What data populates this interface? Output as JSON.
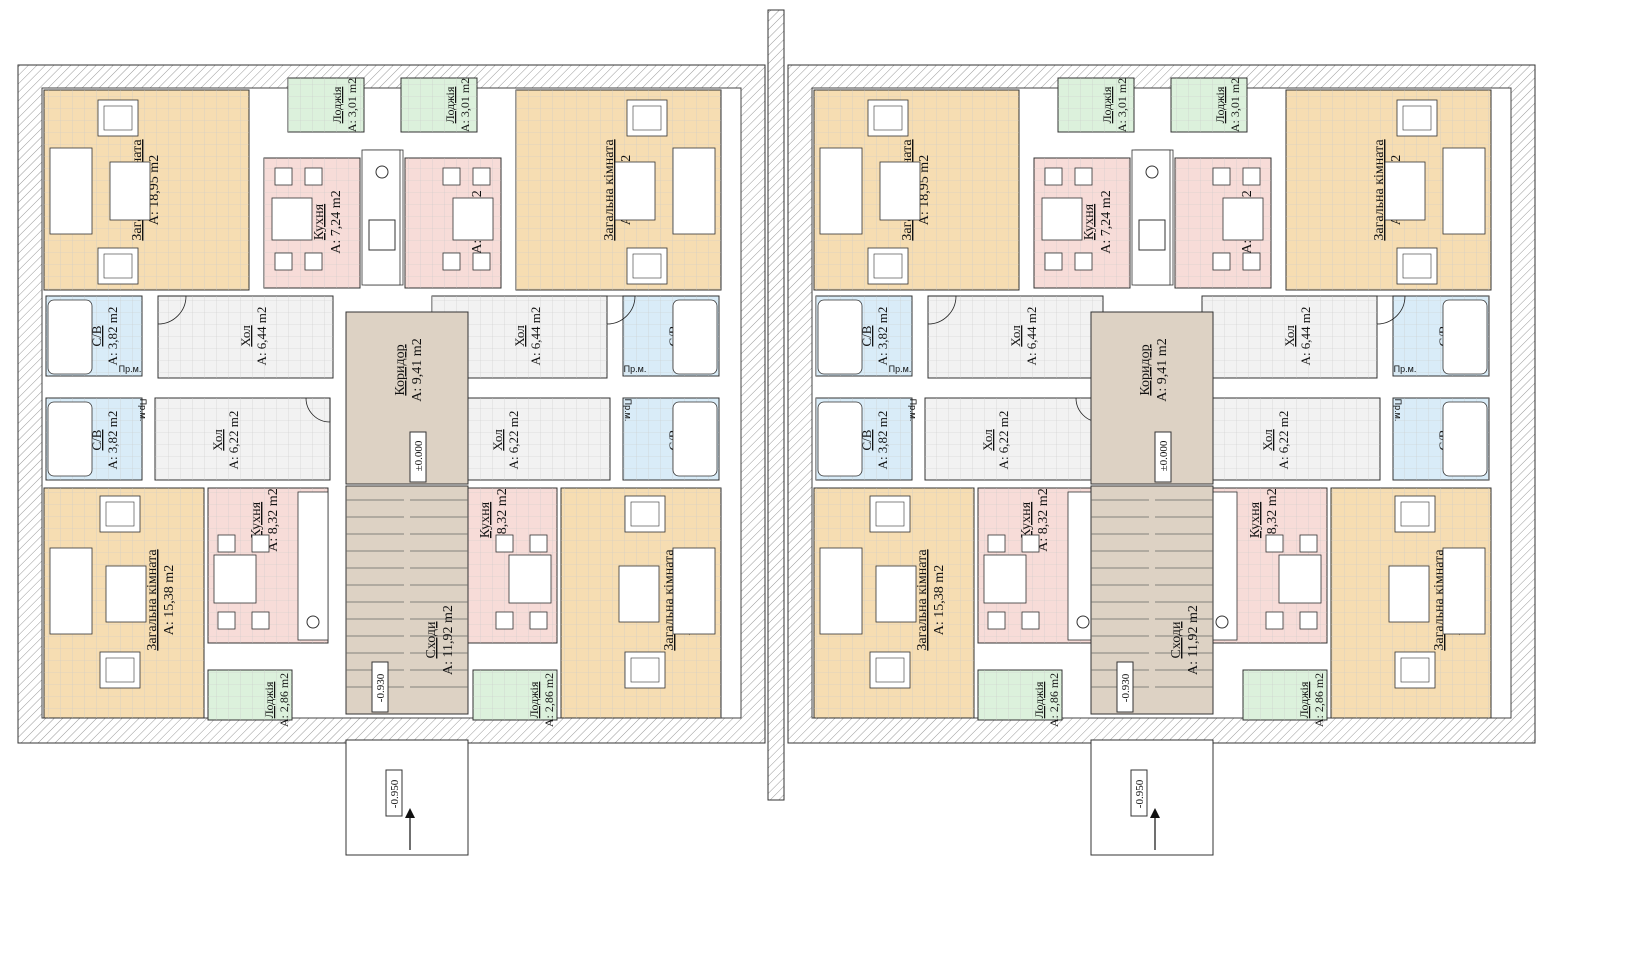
{
  "colors": {
    "living": "#f6ddb2",
    "kitchen": "#f7dcd8",
    "bath": "#d9ecf8",
    "hall": "#f2f2f2",
    "loggia": "#dcf1dc",
    "corridor": "#ddd2c4",
    "stair": "#ddd2c4",
    "wall": "#ffffff",
    "wall_hatch": "#9a9a9a",
    "outline": "#222222"
  },
  "labels": {
    "living_top": [
      "Загальна кімната",
      "А: 18,95 m2"
    ],
    "living_bottom": [
      "Загальна кімната",
      "А: 15,38 m2"
    ],
    "kitchen_top": [
      "Кухня",
      "А: 7,24 m2"
    ],
    "kitchen_bottom": [
      "Кухня",
      "А: 8,32 m2"
    ],
    "loggia_top": [
      "Лоджія",
      "А: 3,01 m2"
    ],
    "loggia_bottom": [
      "Лоджія",
      "А: 2,86 m2"
    ],
    "bath": [
      "С/В",
      "А: 3,82 m2"
    ],
    "hall_top": [
      "Хол",
      "А: 6,44 m2"
    ],
    "hall_bottom": [
      "Хол",
      "А: 6,22 m2"
    ],
    "corridor": [
      "Коридор",
      "А: 9,41 m2"
    ],
    "stairs": [
      "Сходи",
      "А: 11,92 m2"
    ],
    "laundry": "Пр.м.",
    "level_corridor": "±0.000",
    "level_stair": "-0.930",
    "level_entry": "-0.950"
  }
}
